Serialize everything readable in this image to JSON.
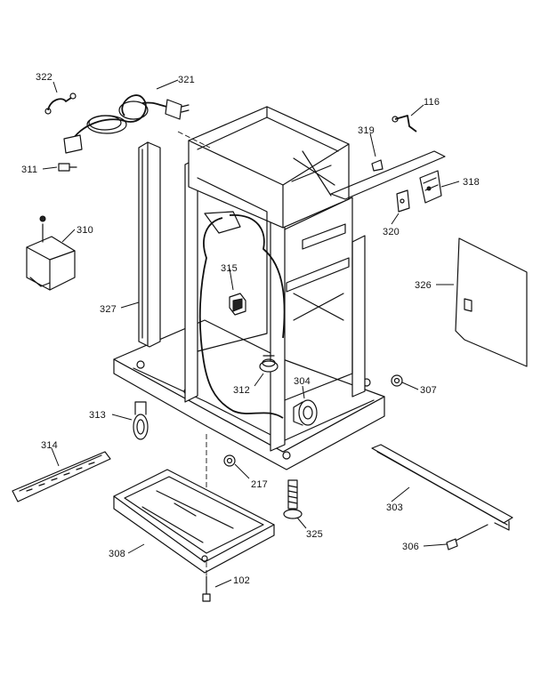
{
  "parts": [
    {
      "id": "p322",
      "number": "322"
    },
    {
      "id": "p321",
      "number": "321"
    },
    {
      "id": "p311",
      "number": "311"
    },
    {
      "id": "p310",
      "number": "310"
    },
    {
      "id": "p327",
      "number": "327"
    },
    {
      "id": "p315",
      "number": "315"
    },
    {
      "id": "p116",
      "number": "116"
    },
    {
      "id": "p319",
      "number": "319"
    },
    {
      "id": "p318",
      "number": "318"
    },
    {
      "id": "p320",
      "number": "320"
    },
    {
      "id": "p326",
      "number": "326"
    },
    {
      "id": "p312",
      "number": "312"
    },
    {
      "id": "p304",
      "number": "304"
    },
    {
      "id": "p307",
      "number": "307"
    },
    {
      "id": "p313",
      "number": "313"
    },
    {
      "id": "p314",
      "number": "314"
    },
    {
      "id": "p217",
      "number": "217"
    },
    {
      "id": "p303",
      "number": "303"
    },
    {
      "id": "p325",
      "number": "325"
    },
    {
      "id": "p306",
      "number": "306"
    },
    {
      "id": "p308",
      "number": "308"
    },
    {
      "id": "p102",
      "number": "102"
    }
  ]
}
